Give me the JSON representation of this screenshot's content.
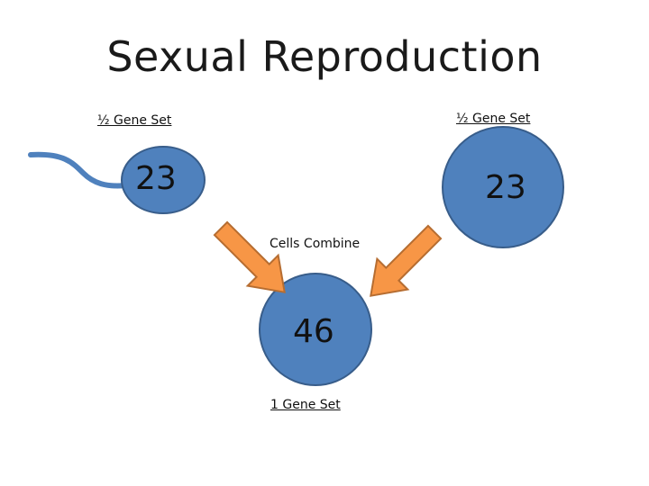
{
  "title": "Sexual Reproduction",
  "labels": {
    "left_gene_set": "½ Gene Set",
    "right_gene_set": "½ Gene Set",
    "cells_combine": "Cells Combine",
    "bottom_gene_set": "1 Gene Set"
  },
  "numbers": {
    "sperm": "23",
    "egg": "23",
    "zygote": "46"
  },
  "colors": {
    "cell_fill": "#4f81bd",
    "cell_stroke": "#385d8a",
    "arrow_fill": "#f79646",
    "arrow_stroke": "#b66d31"
  }
}
